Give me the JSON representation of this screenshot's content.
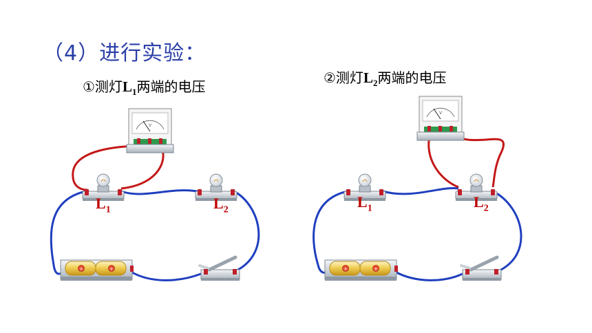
{
  "title": "（4）进行实验：",
  "experiment1": {
    "prefix": "①测灯",
    "lamp": "L",
    "sub": "1",
    "suffix": "两端的电压"
  },
  "experiment2": {
    "prefix": "②测灯",
    "lamp": "L",
    "sub": "2",
    "suffix": "两端的电压"
  },
  "labels": {
    "l1_letter": "L",
    "l1_sub": "1",
    "l2_letter": "L",
    "l2_sub": "2"
  },
  "colors": {
    "title": "#2a3fa8",
    "wire_blue": "#1f3fbf",
    "wire_red": "#c41818",
    "label_red": "#c00000"
  }
}
